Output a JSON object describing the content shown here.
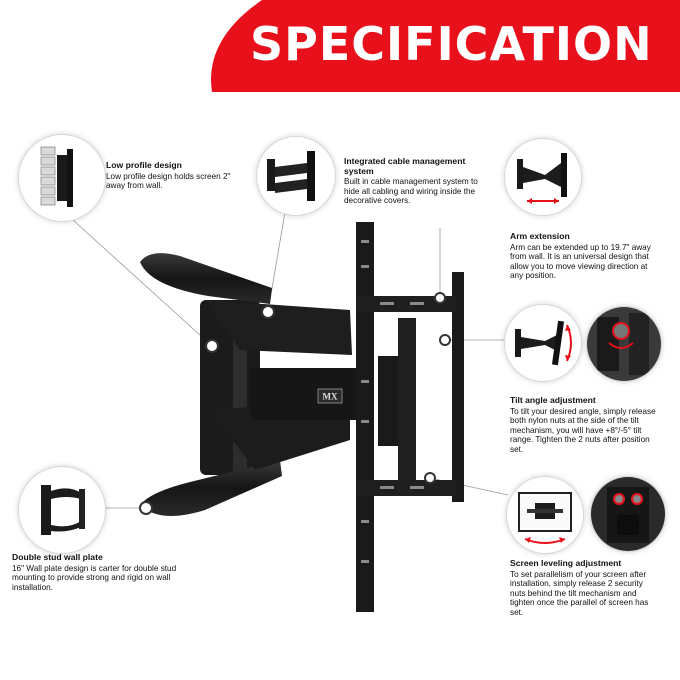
{
  "banner": {
    "title": "SPECIFICATION",
    "color": "#e8101a"
  },
  "logo": {
    "text": "MX"
  },
  "features": {
    "low_profile": {
      "title": "Low profile design",
      "desc": "Low profile design holds screen 2\" away from wall."
    },
    "cable": {
      "title": "Integrated cable management system",
      "desc": "Built in cable management system to hide all cabling and wiring inside the decorative covers."
    },
    "arm": {
      "title": "Arm extension",
      "desc": "Arm can be extended up to 19.7\" away from wall. It is an universal design that allow you to move viewing direction at any position."
    },
    "tilt": {
      "title": "Tilt angle adjustment",
      "desc": "To tilt your desired angle, simply release both nylon nuts at the side of the tilt mechanism, you will have +8°/-5° tilt range. Tighten the 2 nuts after position set."
    },
    "wall_plate": {
      "title": "Double stud wall plate",
      "desc": "16\" Wall plate design is carter for double stud mounting to provide strong and rigid  on wall installation."
    },
    "leveling": {
      "title": "Screen leveling adjustment",
      "desc": "To set parallelism of your screen after installation, simply release 2 security nuts behind the tilt mechanism and tighten once the parallel of screen has set."
    }
  },
  "colors": {
    "accent": "#e8101a",
    "metal": "#1c1c1c"
  }
}
